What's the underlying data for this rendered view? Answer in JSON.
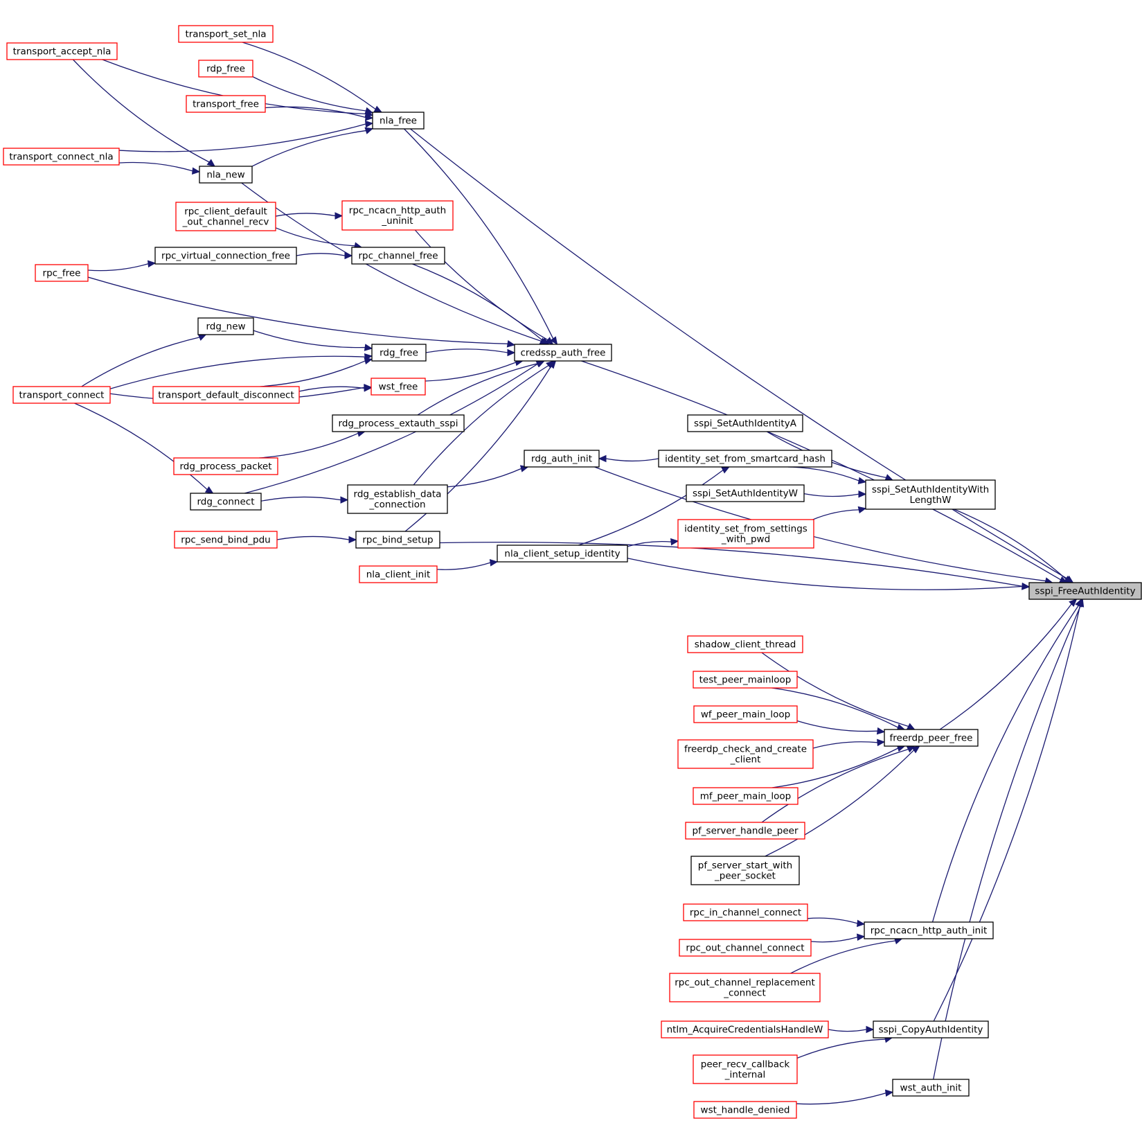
{
  "diagram": {
    "root": "sspi_FreeAuthIdentity",
    "nodes": [
      {
        "id": "sspi_FreeAuthIdentity",
        "lines": [
          "sspi_FreeAuthIdentity"
        ],
        "style": "root"
      },
      {
        "id": "nla_free",
        "lines": [
          "nla_free"
        ],
        "style": "black"
      },
      {
        "id": "credssp_auth_free",
        "lines": [
          "credssp_auth_free"
        ],
        "style": "black"
      },
      {
        "id": "rdg_auth_init",
        "lines": [
          "rdg_auth_init"
        ],
        "style": "black"
      },
      {
        "id": "sspi_SetAuthIdentityWithLengthW",
        "lines": [
          "sspi_SetAuthIdentityWith",
          "LengthW"
        ],
        "style": "black"
      },
      {
        "id": "nla_client_setup_identity",
        "lines": [
          "nla_client_setup_identity"
        ],
        "style": "black"
      },
      {
        "id": "rpc_bind_setup",
        "lines": [
          "rpc_bind_setup"
        ],
        "style": "black"
      },
      {
        "id": "freerdp_peer_free",
        "lines": [
          "freerdp_peer_free"
        ],
        "style": "black"
      },
      {
        "id": "rpc_ncacn_http_auth_init",
        "lines": [
          "rpc_ncacn_http_auth_init"
        ],
        "style": "black"
      },
      {
        "id": "sspi_CopyAuthIdentity",
        "lines": [
          "sspi_CopyAuthIdentity"
        ],
        "style": "black"
      },
      {
        "id": "wst_auth_init",
        "lines": [
          "wst_auth_init"
        ],
        "style": "black"
      },
      {
        "id": "transport_accept_nla",
        "lines": [
          "transport_accept_nla"
        ],
        "style": "red"
      },
      {
        "id": "transport_set_nla",
        "lines": [
          "transport_set_nla"
        ],
        "style": "red"
      },
      {
        "id": "rdp_free",
        "lines": [
          "rdp_free"
        ],
        "style": "red"
      },
      {
        "id": "transport_free",
        "lines": [
          "transport_free"
        ],
        "style": "red"
      },
      {
        "id": "transport_connect_nla",
        "lines": [
          "transport_connect_nla"
        ],
        "style": "red"
      },
      {
        "id": "nla_new",
        "lines": [
          "nla_new"
        ],
        "style": "black"
      },
      {
        "id": "rpc_client_default_out_channel_recv",
        "lines": [
          "rpc_client_default",
          "_out_channel_recv"
        ],
        "style": "red"
      },
      {
        "id": "rpc_ncacn_http_auth_uninit",
        "lines": [
          "rpc_ncacn_http_auth",
          "_uninit"
        ],
        "style": "red"
      },
      {
        "id": "rpc_free",
        "lines": [
          "rpc_free"
        ],
        "style": "red"
      },
      {
        "id": "rpc_virtual_connection_free",
        "lines": [
          "rpc_virtual_connection_free"
        ],
        "style": "black"
      },
      {
        "id": "rpc_channel_free",
        "lines": [
          "rpc_channel_free"
        ],
        "style": "black"
      },
      {
        "id": "rdg_new",
        "lines": [
          "rdg_new"
        ],
        "style": "black"
      },
      {
        "id": "rdg_free",
        "lines": [
          "rdg_free"
        ],
        "style": "black"
      },
      {
        "id": "transport_connect",
        "lines": [
          "transport_connect"
        ],
        "style": "red"
      },
      {
        "id": "transport_default_disconnect",
        "lines": [
          "transport_default_disconnect"
        ],
        "style": "red"
      },
      {
        "id": "wst_free",
        "lines": [
          "wst_free"
        ],
        "style": "red"
      },
      {
        "id": "rdg_process_extauth_sspi",
        "lines": [
          "rdg_process_extauth_sspi"
        ],
        "style": "black"
      },
      {
        "id": "rdg_process_packet",
        "lines": [
          "rdg_process_packet"
        ],
        "style": "red"
      },
      {
        "id": "rdg_connect",
        "lines": [
          "rdg_connect"
        ],
        "style": "black"
      },
      {
        "id": "rdg_establish_data_connection",
        "lines": [
          "rdg_establish_data",
          "_connection"
        ],
        "style": "black"
      },
      {
        "id": "rpc_send_bind_pdu",
        "lines": [
          "rpc_send_bind_pdu"
        ],
        "style": "red"
      },
      {
        "id": "nla_client_init",
        "lines": [
          "nla_client_init"
        ],
        "style": "red"
      },
      {
        "id": "sspi_SetAuthIdentityA",
        "lines": [
          "sspi_SetAuthIdentityA"
        ],
        "style": "black"
      },
      {
        "id": "identity_set_from_smartcard_hash",
        "lines": [
          "identity_set_from_smartcard_hash"
        ],
        "style": "black"
      },
      {
        "id": "sspi_SetAuthIdentityW",
        "lines": [
          "sspi_SetAuthIdentityW"
        ],
        "style": "black"
      },
      {
        "id": "identity_set_from_settings_with_pwd",
        "lines": [
          "identity_set_from_settings",
          "_with_pwd"
        ],
        "style": "red"
      },
      {
        "id": "shadow_client_thread",
        "lines": [
          "shadow_client_thread"
        ],
        "style": "red"
      },
      {
        "id": "test_peer_mainloop",
        "lines": [
          "test_peer_mainloop"
        ],
        "style": "red"
      },
      {
        "id": "wf_peer_main_loop",
        "lines": [
          "wf_peer_main_loop"
        ],
        "style": "red"
      },
      {
        "id": "freerdp_check_and_create_client",
        "lines": [
          "freerdp_check_and_create",
          "_client"
        ],
        "style": "red"
      },
      {
        "id": "mf_peer_main_loop",
        "lines": [
          "mf_peer_main_loop"
        ],
        "style": "red"
      },
      {
        "id": "pf_server_handle_peer",
        "lines": [
          "pf_server_handle_peer"
        ],
        "style": "red"
      },
      {
        "id": "pf_server_start_with_peer_socket",
        "lines": [
          "pf_server_start_with",
          "_peer_socket"
        ],
        "style": "black"
      },
      {
        "id": "rpc_in_channel_connect",
        "lines": [
          "rpc_in_channel_connect"
        ],
        "style": "red"
      },
      {
        "id": "rpc_out_channel_connect",
        "lines": [
          "rpc_out_channel_connect"
        ],
        "style": "red"
      },
      {
        "id": "rpc_out_channel_replacement_connect",
        "lines": [
          "rpc_out_channel_replacement",
          "_connect"
        ],
        "style": "red"
      },
      {
        "id": "ntlm_AcquireCredentialsHandleW",
        "lines": [
          "ntlm_AcquireCredentialsHandleW"
        ],
        "style": "red"
      },
      {
        "id": "peer_recv_callback_internal",
        "lines": [
          "peer_recv_callback",
          "_internal"
        ],
        "style": "red"
      },
      {
        "id": "wst_handle_denied",
        "lines": [
          "wst_handle_denied"
        ],
        "style": "red"
      }
    ],
    "edges": [
      [
        "nla_free",
        "sspi_FreeAuthIdentity"
      ],
      [
        "credssp_auth_free",
        "sspi_FreeAuthIdentity"
      ],
      [
        "rdg_auth_init",
        "sspi_FreeAuthIdentity"
      ],
      [
        "sspi_SetAuthIdentityWithLengthW",
        "sspi_FreeAuthIdentity"
      ],
      [
        "nla_client_setup_identity",
        "sspi_FreeAuthIdentity"
      ],
      [
        "rpc_bind_setup",
        "sspi_FreeAuthIdentity"
      ],
      [
        "freerdp_peer_free",
        "sspi_FreeAuthIdentity"
      ],
      [
        "rpc_ncacn_http_auth_init",
        "sspi_FreeAuthIdentity"
      ],
      [
        "sspi_CopyAuthIdentity",
        "sspi_FreeAuthIdentity"
      ],
      [
        "wst_auth_init",
        "sspi_FreeAuthIdentity"
      ],
      [
        "transport_accept_nla",
        "nla_free"
      ],
      [
        "transport_set_nla",
        "nla_free"
      ],
      [
        "rdp_free",
        "nla_free"
      ],
      [
        "transport_free",
        "nla_free"
      ],
      [
        "transport_connect_nla",
        "nla_free"
      ],
      [
        "nla_new",
        "nla_free"
      ],
      [
        "transport_accept_nla",
        "nla_new"
      ],
      [
        "transport_connect_nla",
        "nla_new"
      ],
      [
        "nla_new",
        "credssp_auth_free"
      ],
      [
        "nla_free",
        "credssp_auth_free"
      ],
      [
        "rpc_ncacn_http_auth_uninit",
        "credssp_auth_free"
      ],
      [
        "rpc_channel_free",
        "credssp_auth_free"
      ],
      [
        "rpc_free",
        "credssp_auth_free"
      ],
      [
        "rdg_free",
        "credssp_auth_free"
      ],
      [
        "wst_free",
        "credssp_auth_free"
      ],
      [
        "rdg_process_extauth_sspi",
        "credssp_auth_free"
      ],
      [
        "rdg_connect",
        "credssp_auth_free"
      ],
      [
        "rdg_establish_data_connection",
        "credssp_auth_free"
      ],
      [
        "rpc_bind_setup",
        "credssp_auth_free"
      ],
      [
        "rpc_client_default_out_channel_recv",
        "rpc_ncacn_http_auth_uninit"
      ],
      [
        "rpc_client_default_out_channel_recv",
        "rpc_channel_free"
      ],
      [
        "rpc_virtual_connection_free",
        "rpc_channel_free"
      ],
      [
        "rpc_free",
        "rpc_virtual_connection_free"
      ],
      [
        "transport_connect",
        "rdg_new"
      ],
      [
        "rdg_new",
        "rdg_free"
      ],
      [
        "transport_connect",
        "rdg_free"
      ],
      [
        "transport_default_disconnect",
        "rdg_free"
      ],
      [
        "transport_default_disconnect",
        "wst_free"
      ],
      [
        "transport_connect",
        "wst_free"
      ],
      [
        "transport_connect",
        "rdg_connect"
      ],
      [
        "rdg_process_packet",
        "rdg_process_extauth_sspi"
      ],
      [
        "rdg_connect",
        "rdg_establish_data_connection"
      ],
      [
        "rdg_establish_data_connection",
        "rdg_auth_init"
      ],
      [
        "rpc_send_bind_pdu",
        "rpc_bind_setup"
      ],
      [
        "nla_client_init",
        "nla_client_setup_identity"
      ],
      [
        "identity_set_from_smartcard_hash",
        "rdg_auth_init"
      ],
      [
        "nla_client_setup_identity",
        "identity_set_from_smartcard_hash"
      ],
      [
        "nla_client_setup_identity",
        "identity_set_from_settings_with_pwd"
      ],
      [
        "sspi_SetAuthIdentityA",
        "sspi_SetAuthIdentityWithLengthW"
      ],
      [
        "identity_set_from_smartcard_hash",
        "sspi_SetAuthIdentityWithLengthW"
      ],
      [
        "sspi_SetAuthIdentityW",
        "sspi_SetAuthIdentityWithLengthW"
      ],
      [
        "identity_set_from_settings_with_pwd",
        "sspi_SetAuthIdentityWithLengthW"
      ],
      [
        "shadow_client_thread",
        "freerdp_peer_free"
      ],
      [
        "test_peer_mainloop",
        "freerdp_peer_free"
      ],
      [
        "wf_peer_main_loop",
        "freerdp_peer_free"
      ],
      [
        "freerdp_check_and_create_client",
        "freerdp_peer_free"
      ],
      [
        "mf_peer_main_loop",
        "freerdp_peer_free"
      ],
      [
        "pf_server_handle_peer",
        "freerdp_peer_free"
      ],
      [
        "pf_server_start_with_peer_socket",
        "freerdp_peer_free"
      ],
      [
        "rpc_in_channel_connect",
        "rpc_ncacn_http_auth_init"
      ],
      [
        "rpc_out_channel_connect",
        "rpc_ncacn_http_auth_init"
      ],
      [
        "rpc_out_channel_replacement_connect",
        "rpc_ncacn_http_auth_init"
      ],
      [
        "ntlm_AcquireCredentialsHandleW",
        "sspi_CopyAuthIdentity"
      ],
      [
        "peer_recv_callback_internal",
        "sspi_CopyAuthIdentity"
      ],
      [
        "wst_handle_denied",
        "wst_auth_init"
      ]
    ]
  }
}
